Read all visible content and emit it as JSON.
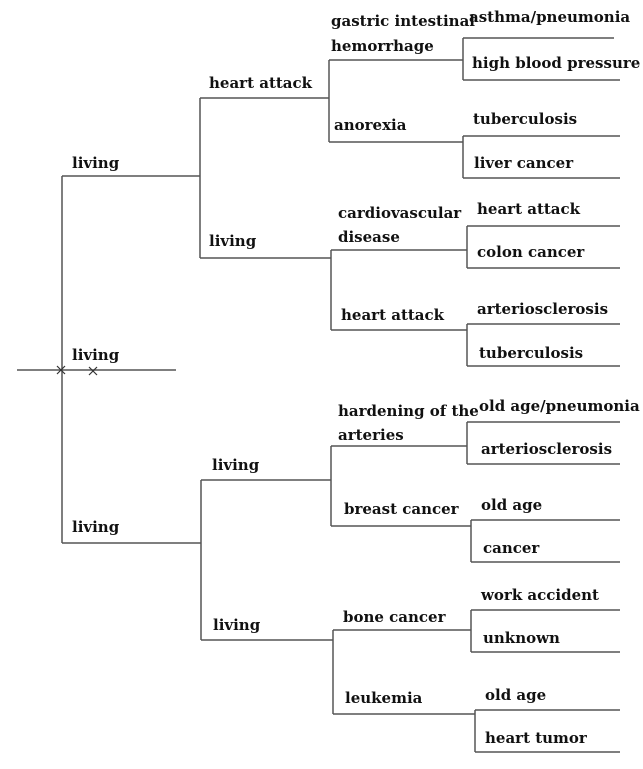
{
  "tree": {
    "level1": [
      "living",
      "living",
      "living"
    ],
    "top": {
      "label": "living",
      "upper": {
        "label": "heart attack",
        "a": {
          "label": [
            "gastric intestinal",
            "hemorrhage"
          ],
          "leaves": [
            "asthma/pneumonia",
            "high blood pressure"
          ]
        },
        "b": {
          "label": "anorexia",
          "leaves": [
            "tuberculosis",
            "liver cancer"
          ]
        }
      },
      "lower": {
        "label": "living",
        "a": {
          "label": [
            "cardiovascular",
            "disease"
          ],
          "leaves": [
            "heart attack",
            "colon cancer"
          ]
        },
        "b": {
          "label": "heart attack",
          "leaves": [
            "arteriosclerosis",
            "tuberculosis"
          ]
        }
      }
    },
    "bottom": {
      "label": "living",
      "upper": {
        "label": "living",
        "a": {
          "label": [
            "hardening of the",
            "arteries"
          ],
          "leaves": [
            "old age/pneumonia",
            "arteriosclerosis"
          ]
        },
        "b": {
          "label": "breast cancer",
          "leaves": [
            "old age",
            "cancer"
          ]
        }
      },
      "lower": {
        "label": "living",
        "a": {
          "label": "bone cancer",
          "leaves": [
            "work accident",
            "unknown"
          ]
        },
        "b": {
          "label": "leukemia",
          "leaves": [
            "old age",
            "heart tumor"
          ]
        }
      }
    }
  }
}
